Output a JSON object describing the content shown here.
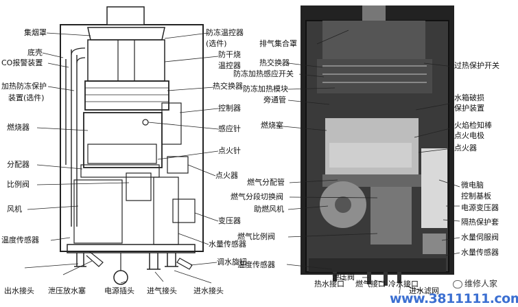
{
  "left_labels": {
    "jiyanzhao": "集烟罩",
    "dike": "底壳",
    "co_alarm": "CO报警装置",
    "heating_antifreeze_1": "加热防冻保护",
    "heating_antifreeze_2": "装置(选件)",
    "burner": "燃烧器",
    "distributor": "分配器",
    "proportional_valve": "比例阀",
    "fan": "风机",
    "temp_sensor": "温度传感器",
    "outlet_joint": "出水接头",
    "drain_plug": "泄压放水塞",
    "power_plug": "电源插头",
    "gas_inlet_joint": "进气接头",
    "water_inlet_joint": "进水接头",
    "antifreeze_temp_ctrl_1": "防冻温控器",
    "antifreeze_temp_ctrl_2": "(选件)",
    "dry_burn_1": "防干烧",
    "dry_burn_2": "温控器",
    "heat_exchanger": "热交换器",
    "controller": "控制器",
    "sensing_needle": "感应针",
    "ignition_needle": "点火针",
    "igniter": "点火器",
    "transformer": "变压器",
    "water_sensor": "水量传感器",
    "water_knob": "调水旋钮"
  },
  "right_labels": {
    "exhaust_hood": "排气集合罩",
    "heat_exchanger": "热交换器",
    "antifreeze_sense_switch": "防冻加热感应开关",
    "antifreeze_heat_block": "防冻加热模块",
    "bypass_pipe": "旁通管",
    "combustion_chamber": "燃烧室",
    "gas_manifold": "燃气分配管",
    "gas_stage_valve": "燃气分段切换阀",
    "assist_fan": "助燃风机",
    "gas_prop_valve": "燃气比例阀",
    "temp_sensor": "温度传感器",
    "hot_water_outlet": "热水接口",
    "relief_valve": "泄压阀",
    "gas_inlet": "燃气接口",
    "cold_water_inlet": "冷水接口",
    "overheat_switch": "过热保护开关",
    "tank_damage_1": "水箱破损",
    "tank_damage_2": "保护装置",
    "flame_detect_1": "火焰检知棒",
    "flame_detect_2": "点火电极",
    "igniter": "点火器",
    "microcomputer_1": "微电脑",
    "microcomputer_2": "控制基板",
    "power_transformer": "电源变压器",
    "insulation_cover": "隔热保护套",
    "water_servo_valve": "水量伺服阀",
    "water_sensor": "水量传感器",
    "inlet_filter": "进水滤网"
  },
  "watermark": {
    "brand": "维修人家",
    "url": "www.3811111.com"
  }
}
